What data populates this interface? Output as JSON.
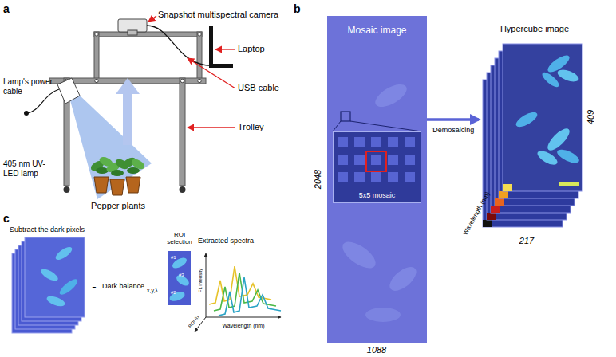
{
  "diagram": {
    "nodes": [
      {
        "text": [
          "Mosaic image"
        ]
      },
      {
        "text": [
          "5x5 mosaic"
        ],
        "in": 0
      },
      {
        "text": [
          "Hypercube image"
        ]
      },
      {
        "text": [
          "Subtract the dark pixels"
        ]
      },
      {
        "text": [
          "ROI selection",
          "#1",
          "#3",
          "#2"
        ]
      }
    ],
    "edges": [
      {
        "from": 0,
        "to": 2,
        "arrow": "to",
        "label": "'Demosaicing"
      }
    ],
    "labels": [
      "a",
      "Snapshot multispectral camera",
      "Lamp's power cable",
      "Laptop",
      "USB cable",
      "Trolley",
      "405 nm UV-LED lamp",
      "Pepper plants",
      "b",
      "2048",
      "1088",
      "409",
      "217",
      "Wavelength (nm)",
      "c",
      "-",
      "Dark balance",
      "x,y,λ",
      "Extracted spectra",
      "FL intensity",
      "ROI (i)",
      "Wavelength (nm)"
    ]
  }
}
